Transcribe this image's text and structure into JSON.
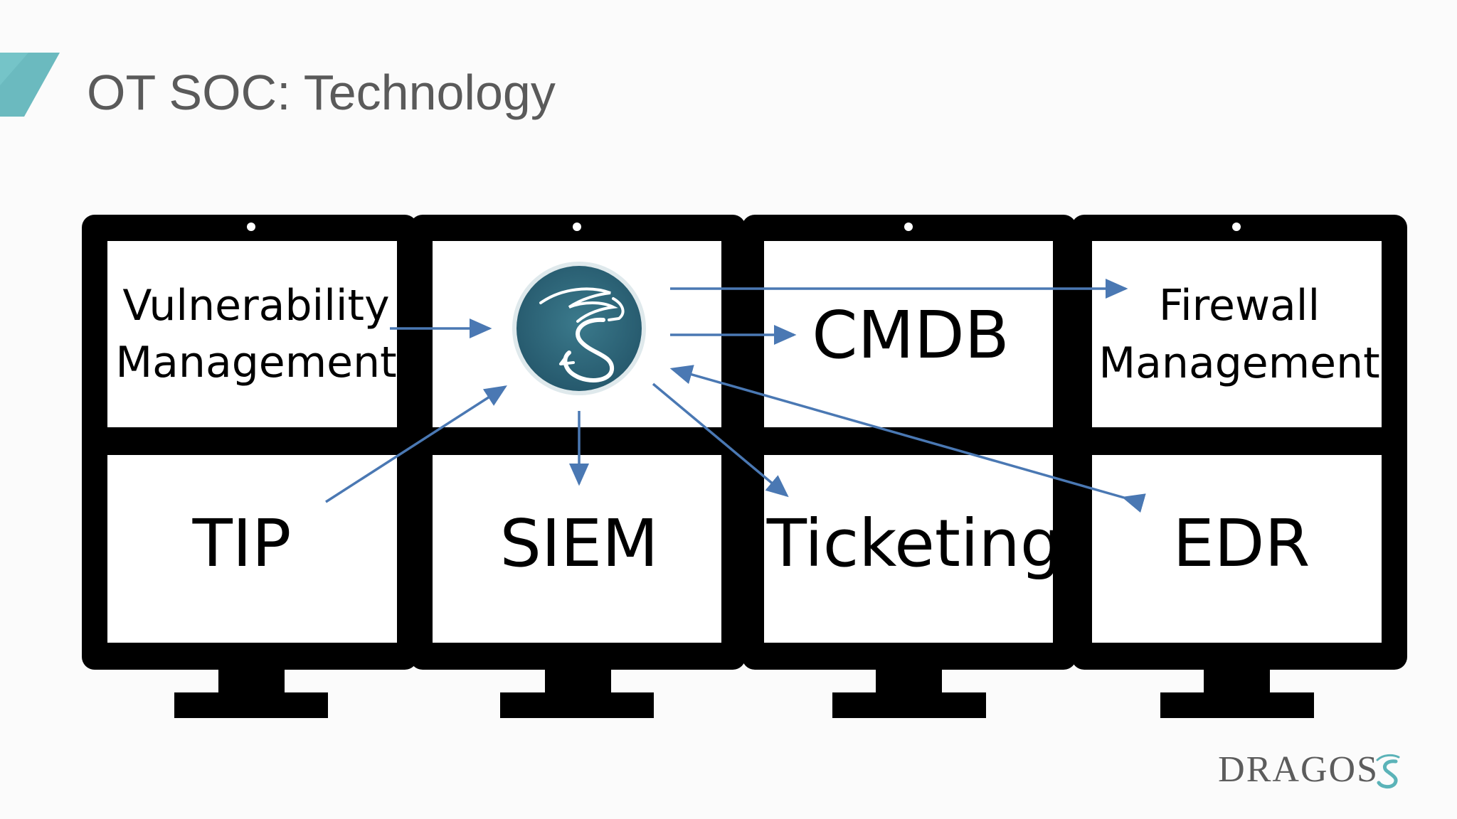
{
  "slide": {
    "title": "OT SOC: Technology",
    "accent_color": "#5bb3b8",
    "brand": "DRAGOS",
    "brand_icon": "dragon-s-glyph"
  },
  "diagram": {
    "center_icon": "dragon-emblem-icon",
    "center_icon_color": "#2c6275",
    "arrow_color": "#4a78b3",
    "screen_color": "#000000",
    "monitors": [
      {
        "top_screen": "Vulnerability\nManagement",
        "bottom_screen": "TIP"
      },
      {
        "top_screen": "",
        "bottom_screen": "SIEM"
      },
      {
        "top_screen": "CMDB",
        "bottom_screen": "Ticketing"
      },
      {
        "top_screen": "Firewall\nManagement",
        "bottom_screen": "EDR"
      }
    ],
    "labels": {
      "vulnerability_line1": "Vulnerability",
      "vulnerability_line2": "Management",
      "cmdb": "CMDB",
      "firewall_line1": "Firewall",
      "firewall_line2": "Management",
      "tip": "TIP",
      "siem": "SIEM",
      "ticketing": "Ticketing",
      "edr": "EDR"
    }
  }
}
